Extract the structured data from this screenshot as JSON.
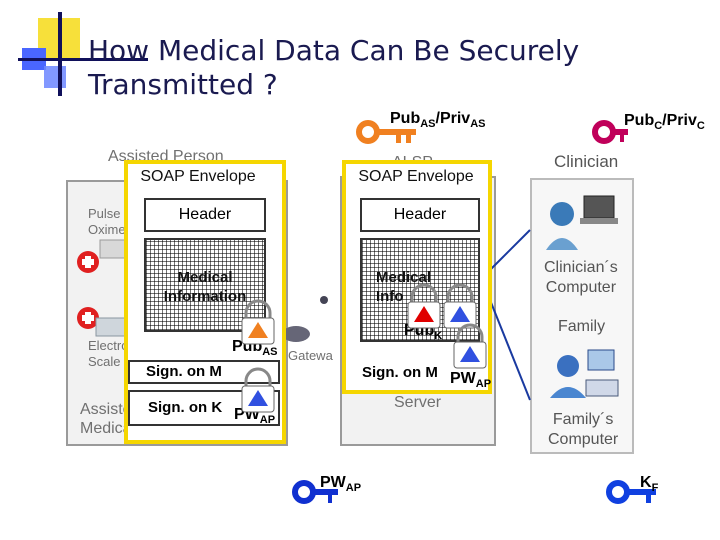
{
  "title": "How Medical Data Can Be Securely Transmitted ?",
  "keys": {
    "as_key": {
      "main": "Pub",
      "sub1": "AS",
      "mid": "/Priv",
      "sub2": "AS"
    },
    "c_key": {
      "main": "Pub",
      "sub1": "C",
      "mid": "/Priv",
      "sub2": "C"
    },
    "pw_key": {
      "main": "PW",
      "sub1": "AP"
    },
    "kf_key": {
      "main": "K",
      "sub1": "F"
    }
  },
  "background": {
    "assisted_person": "Assisted Person",
    "alsp": "ALSP",
    "clinician": "Clinician",
    "pulse_oximeter": "Pulse\nOximeter",
    "electronic_scale": "Electro\nScale",
    "assisted_devices": "Assisted\nMedical Devices",
    "gateway": "Gatewa",
    "server": "Server",
    "clinicians_computer": "Clinician´s\nComputer",
    "family": "Family",
    "familys_computer": "Family´s\nComputer"
  },
  "colors": {
    "envelope_border": "#f5d600",
    "key_magenta": "#c0005a",
    "key_blue": "#1040e0",
    "lock_orange": "#f08020",
    "lock_red": "#e00000",
    "lock_blue": "#3050e0"
  },
  "left_envelope": {
    "title": "SOAP Envelope",
    "header": "Header",
    "medical": "Medical\nInformation",
    "pub_label": {
      "main": "Pub",
      "sub": "AS"
    },
    "sign_med": "Sign. on M",
    "sign_key": "Sign. on K",
    "pw_label": {
      "main": "PW",
      "sub": "AP"
    }
  },
  "right_envelope": {
    "title": "SOAP Envelope",
    "header": "Header",
    "medical": "Medical\nInfo",
    "pub_label": {
      "main": "Pub",
      "sub": "K"
    },
    "sign_med": "Sign. on M",
    "pw_label": {
      "main": "PW",
      "sub": "AP"
    }
  }
}
